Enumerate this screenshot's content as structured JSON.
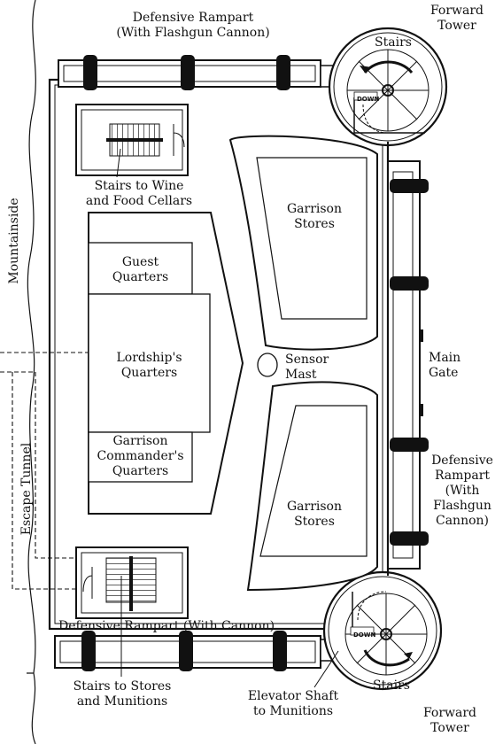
{
  "labels": {
    "rampart_top": "Defensive Rampart\n(With Flashgun Cannon)",
    "tower_top": "Forward\nTower",
    "stairs_top": "Stairs",
    "down_top": "DOWN",
    "stairs_wine": "Stairs to Wine\nand Food Cellars",
    "mountainside": "Mountainside",
    "garrison_stores_top": "Garrison\nStores",
    "guest_quarters": "Guest\nQuarters",
    "lordship_quarters": "Lordship's\nQuarters",
    "commander_quarters": "Garrison\nCommander's\nQuarters",
    "sensor_mast": "Sensor\nMast",
    "main_gate": "Main\nGate",
    "rampart_right": "Defensive\nRampart\n(With\nFlashgun\nCannon)",
    "escape_tunnel": "Escape Tunnel",
    "garrison_stores_bottom": "Garrison\nStores",
    "rampart_bottom": "Defensive Rampart (With Cannon)",
    "down_bottom": "DOWN",
    "stairs_bottom": "Stairs",
    "stairs_stores": "Stairs to Stores\nand Munitions",
    "elevator_shaft": "Elevator Shaft\nto Munitions",
    "tower_bottom": "Forward\nTower"
  }
}
